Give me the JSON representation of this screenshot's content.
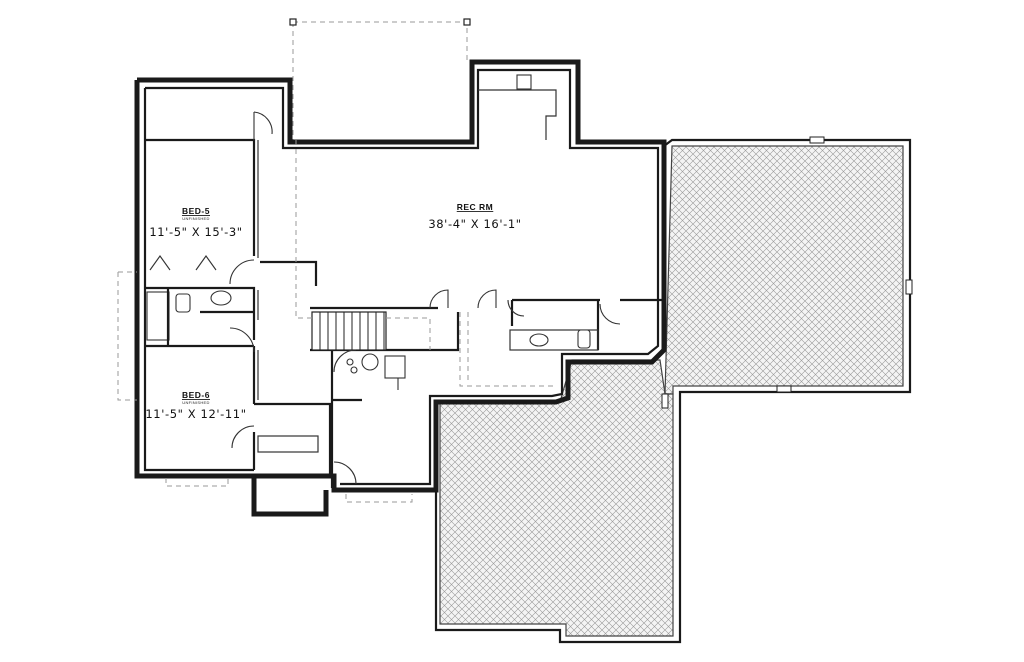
{
  "rooms": [
    {
      "name": "REC RM",
      "dimensions": "38'-4\" X 16'-1\""
    },
    {
      "name": "BED-5",
      "note": "UNFINISHED",
      "dimensions": "11'-5\" X 15'-3\""
    },
    {
      "name": "BED-6",
      "note": "UNFINISHED",
      "dimensions": "11'-5\" X 12'-11\""
    }
  ],
  "colors": {
    "line": "#1a1a1a",
    "hatch": "#888888",
    "background": "#ffffff"
  }
}
